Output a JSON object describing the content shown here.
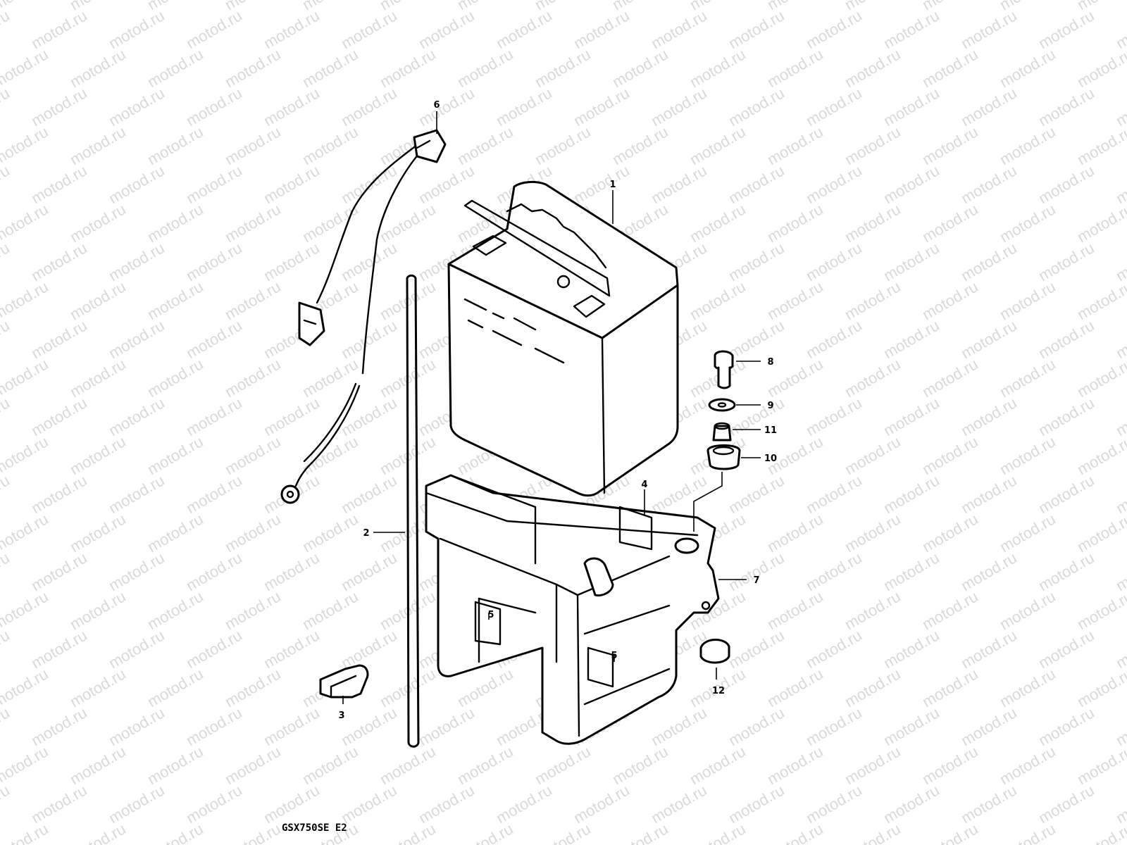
{
  "watermark": "motod.ru",
  "caption": "GSX750SE E2",
  "callouts": [
    {
      "part": "battery",
      "label": "1"
    },
    {
      "part": "breather-tube",
      "label": "2"
    },
    {
      "part": "clamp",
      "label": "3"
    },
    {
      "part": "cushion-4",
      "label": "4"
    },
    {
      "part": "cushion-5-left",
      "label": "5"
    },
    {
      "part": "cushion-5-right",
      "label": "5"
    },
    {
      "part": "lead-wire",
      "label": "6"
    },
    {
      "part": "battery-holder",
      "label": "7"
    },
    {
      "part": "bolt",
      "label": "8"
    },
    {
      "part": "washer",
      "label": "9"
    },
    {
      "part": "cushion-10",
      "label": "10"
    },
    {
      "part": "collar",
      "label": "11"
    },
    {
      "part": "spacer",
      "label": "12"
    }
  ]
}
